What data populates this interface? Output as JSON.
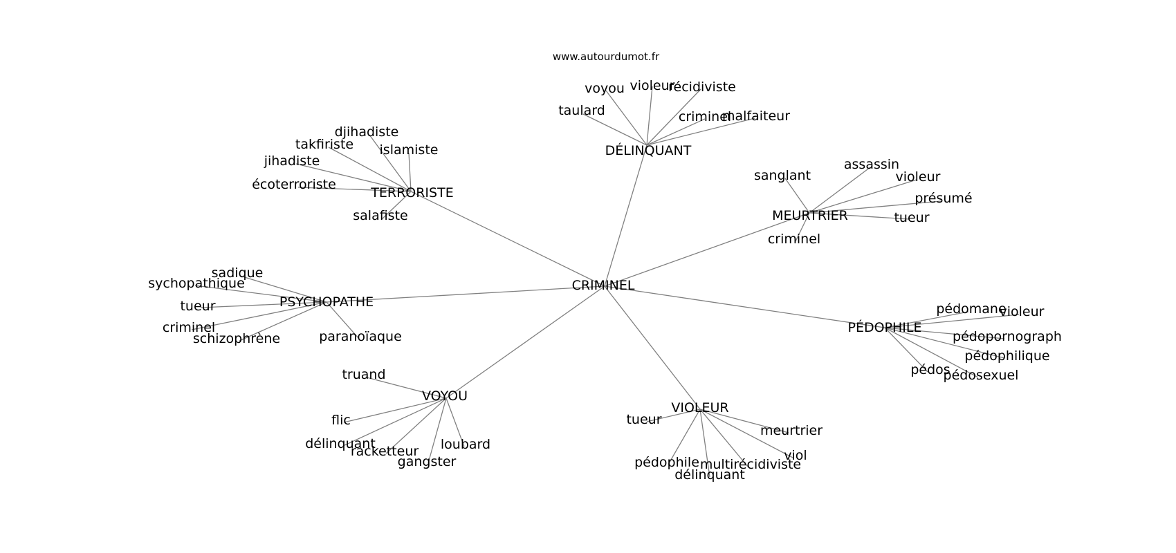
{
  "source": "www.autourdumot.fr",
  "colors": {
    "edge": "#808080",
    "text": "#000000",
    "background": "#ffffff"
  },
  "graph": {
    "center": "CRIMINEL",
    "branches": [
      {
        "hub": "DÉLINQUANT",
        "leaves": [
          "voyou",
          "violeur",
          "récidiviste",
          "taulard",
          "criminel",
          "malfaiteur"
        ]
      },
      {
        "hub": "TERRORISTE",
        "leaves": [
          "djihadiste",
          "takfiriste",
          "islamiste",
          "jihadiste",
          "écoterroriste",
          "salafiste"
        ]
      },
      {
        "hub": "MEURTRIER",
        "leaves": [
          "assassin",
          "sanglant",
          "violeur",
          "présumé",
          "tueur",
          "criminel"
        ]
      },
      {
        "hub": "PSYCHOPATHE",
        "leaves": [
          "sadique",
          "psychopathique",
          "tueur",
          "criminel",
          "schizophrène",
          "paranoïaque"
        ]
      },
      {
        "hub": "PÉDOPHILE",
        "leaves": [
          "pédomane",
          "violeur",
          "pédopornograph",
          "pédophilique",
          "pédos",
          "pédosexuel"
        ]
      },
      {
        "hub": "VOYOU",
        "leaves": [
          "truand",
          "flic",
          "délinquant",
          "racketteur",
          "gangster",
          "loubard"
        ]
      },
      {
        "hub": "VIOLEUR",
        "leaves": [
          "tueur",
          "meurtrier",
          "viol",
          "pédophile",
          "multirécidiviste",
          "délinquant"
        ]
      }
    ]
  }
}
